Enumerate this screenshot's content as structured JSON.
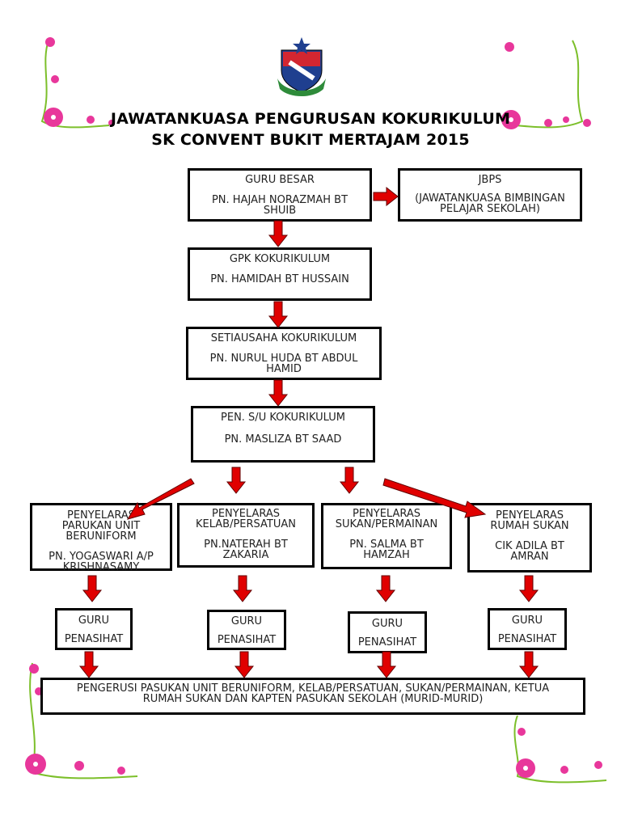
{
  "title": {
    "line1": "JAWATANKUASA PENGURUSAN KOKURIKULUM",
    "line2": "SK CONVENT BUKIT MERTAJAM 2015"
  },
  "colors": {
    "arrow": "#e00000",
    "flower": "#e8379b",
    "leaf": "#7cbf2a",
    "crest_blue": "#1f3f8f",
    "crest_red": "#d22630",
    "crest_green": "#2e8b3a"
  },
  "nodes": {
    "guru_besar": {
      "role": "GURU BESAR",
      "name": "PN. HAJAH NORAZMAH BT SHUIB"
    },
    "jbps": {
      "role": "JBPS",
      "name": "(JAWATANKUASA BIMBINGAN PELAJAR SEKOLAH)"
    },
    "gpk": {
      "role": "GPK KOKURIKULUM",
      "name": "PN. HAMIDAH BT HUSSAIN"
    },
    "setiausaha": {
      "role": "SETIAUSAHA KOKURIKULUM",
      "name": "PN. NURUL HUDA BT ABDUL HAMID"
    },
    "pen_su": {
      "role": "PEN. S/U KOKURIKULUM",
      "name": "PN. MASLIZA BT SAAD"
    },
    "p1": {
      "role": "PENYELARAS PARUKAN UNIT BERUNIFORM",
      "name": "PN. YOGASWARI A/P KRISHNASAMY"
    },
    "p2": {
      "role": "PENYELARAS KELAB/PERSATUAN",
      "name": "PN.NATERAH BT ZAKARIA"
    },
    "p3": {
      "role": "PENYELARAS SUKAN/PERMAINAN",
      "name": "PN. SALMA BT HAMZAH"
    },
    "p4": {
      "role": "PENYELARAS RUMAH SUKAN",
      "name": "CIK ADILA BT AMRAN"
    },
    "guru_penasihat": {
      "line1": "GURU",
      "line2": "PENASIHAT"
    },
    "bottom": {
      "text": "PENGERUSI PASUKAN UNIT BERUNIFORM, KELAB/PERSATUAN, SUKAN/PERMAINAN, KETUA RUMAH SUKAN DAN KAPTEN PASUKAN SEKOLAH (MURID-MURID)"
    }
  }
}
